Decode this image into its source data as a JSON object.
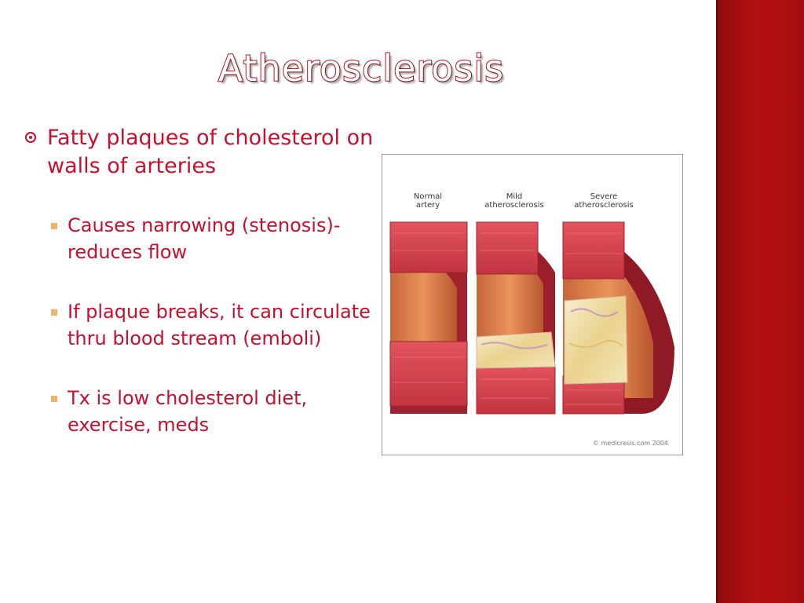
{
  "slide": {
    "title": "Atherosclerosis",
    "main_point": "Fatty plaques of cholesterol on walls of arteries",
    "sub_points": [
      "Causes narrowing (stenosis)-reduces flow",
      "If plaque breaks, it can circulate thru blood stream (emboli)",
      "Tx is low cholesterol diet, exercise, meds"
    ]
  },
  "figure": {
    "labels": {
      "normal": "Normal artery",
      "mild": "Mild atherosclerosis",
      "severe": "Severe atherosclerosis"
    },
    "copyright": "© medicresis.com 2004"
  },
  "colors": {
    "text_red": "#c8102e",
    "band_red": "#b40f12",
    "bullet_orange": "#f0b468",
    "artery_wall": "#d9414a",
    "plaque": "#f2e3b0"
  }
}
